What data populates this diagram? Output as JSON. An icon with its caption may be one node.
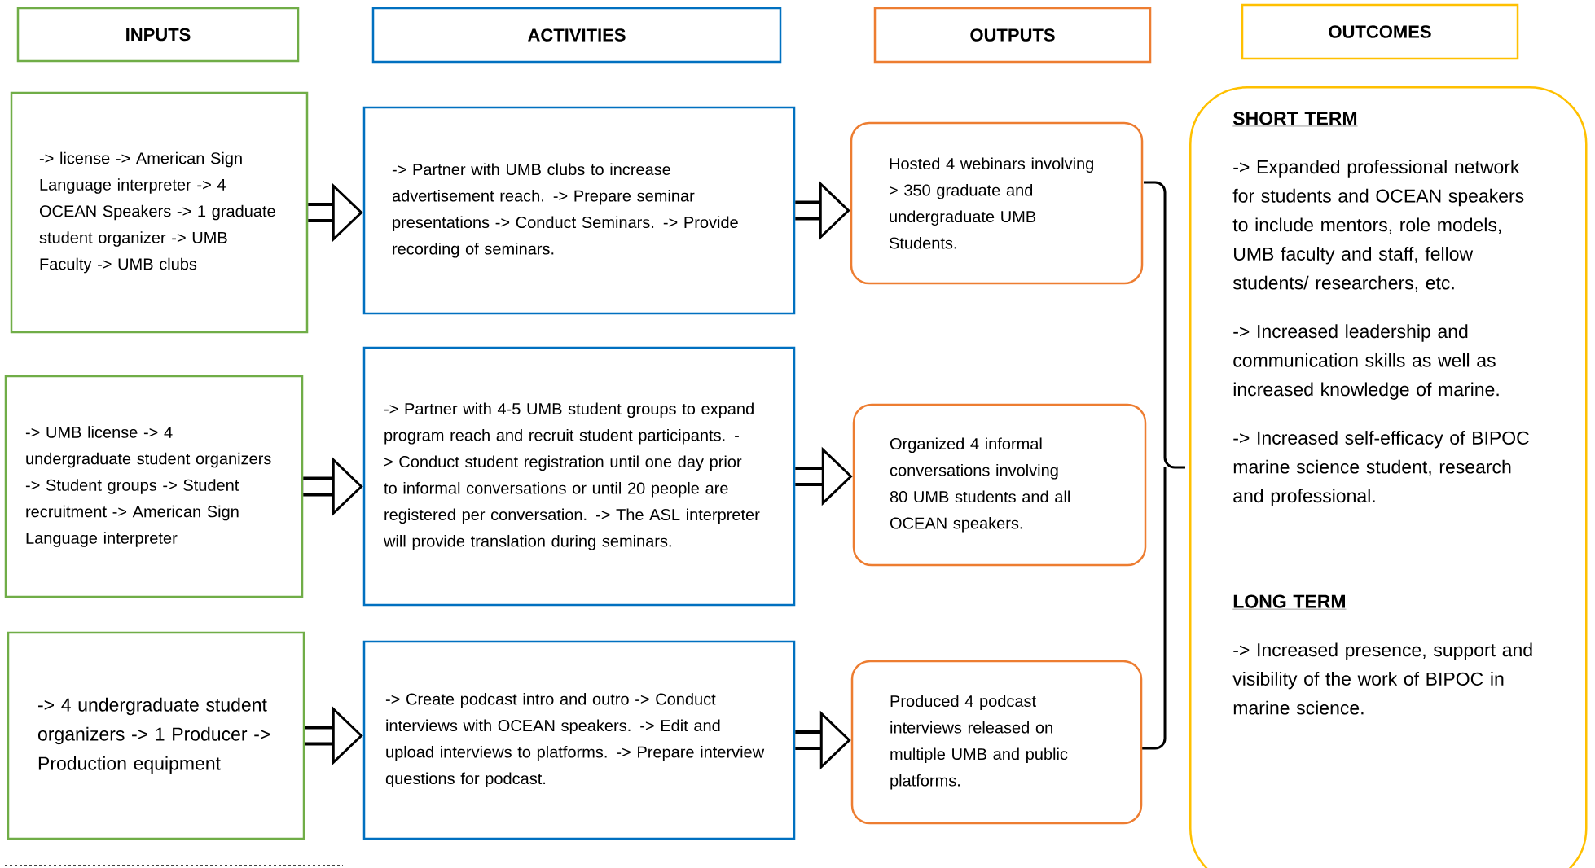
{
  "diagram": {
    "nodes": [
      {
        "text": [
          "INPUTS"
        ]
      },
      {
        "text": [
          "ACTIVITIES"
        ]
      },
      {
        "text": [
          "OUTPUTS"
        ]
      },
      {
        "text": [
          "OUTCOMES"
        ]
      },
      {
        "text": [
          "-> license -> American Sign Language interpreter -> 4 OCEAN Speakers -> 1 graduate student organizer -> UMB Faculty -> UMB clubs"
        ]
      },
      {
        "text": [
          "-> Partner with UMB clubs to increase advertisement reach. -> Prepare seminar presentations -> Conduct Seminars. -> Provide recording of seminars."
        ]
      },
      {
        "text": [
          "Hosted 4 webinars involving > 350 graduate and undergraduate UMB Students."
        ]
      },
      {
        "text": [
          "-> UMB license -> 4 undergraduate student organizers -> Student groups -> Student recruitment -> American Sign Language interpreter"
        ]
      },
      {
        "text": [
          "-> Partner with 4-5 UMB student groups to expand program reach and recruit student participants. -> Conduct student registration until one day prior to informal conversations or until 20 people are registered per conversation. -> The ASL interpreter will provide translation during seminars."
        ]
      },
      {
        "text": [
          "Organized 4 informal conversations involving 80 UMB students and all OCEAN speakers."
        ]
      },
      {
        "text": [
          "-> 4 undergraduate student organizers -> 1 Producer -> Production equipment"
        ]
      },
      {
        "text": [
          "-> Create podcast intro and outro -> Conduct interviews with OCEAN speakers. -> Edit and upload interviews to platforms. -> Prepare interview questions for podcast."
        ]
      },
      {
        "text": [
          "Produced 4 podcast interviews released on multiple UMB and public platforms."
        ]
      },
      {
        "text": [
          "SHORT TERM",
          "-> Expanded professional network for students and OCEAN speakers to include mentors, role models, UMB faculty and staff, fellow students/ researchers, etc.",
          "-> Increased leadership and communication skills as well as increased knowledge of marine.",
          "-> Increased self-efficacy of BIPOC marine science student, research and professional.",
          "LONG TERM",
          "-> Increased presence, support and visibility of the work of BIPOC in marine science."
        ]
      }
    ],
    "edges": [
      {
        "from": 4,
        "to": 5,
        "arrow": "to"
      },
      {
        "from": 5,
        "to": 6,
        "arrow": "to"
      },
      {
        "from": 7,
        "to": 8,
        "arrow": "to"
      },
      {
        "from": 8,
        "to": 9,
        "arrow": "to"
      },
      {
        "from": 10,
        "to": 11,
        "arrow": "to"
      },
      {
        "from": 11,
        "to": 12,
        "arrow": "to"
      }
    ]
  }
}
